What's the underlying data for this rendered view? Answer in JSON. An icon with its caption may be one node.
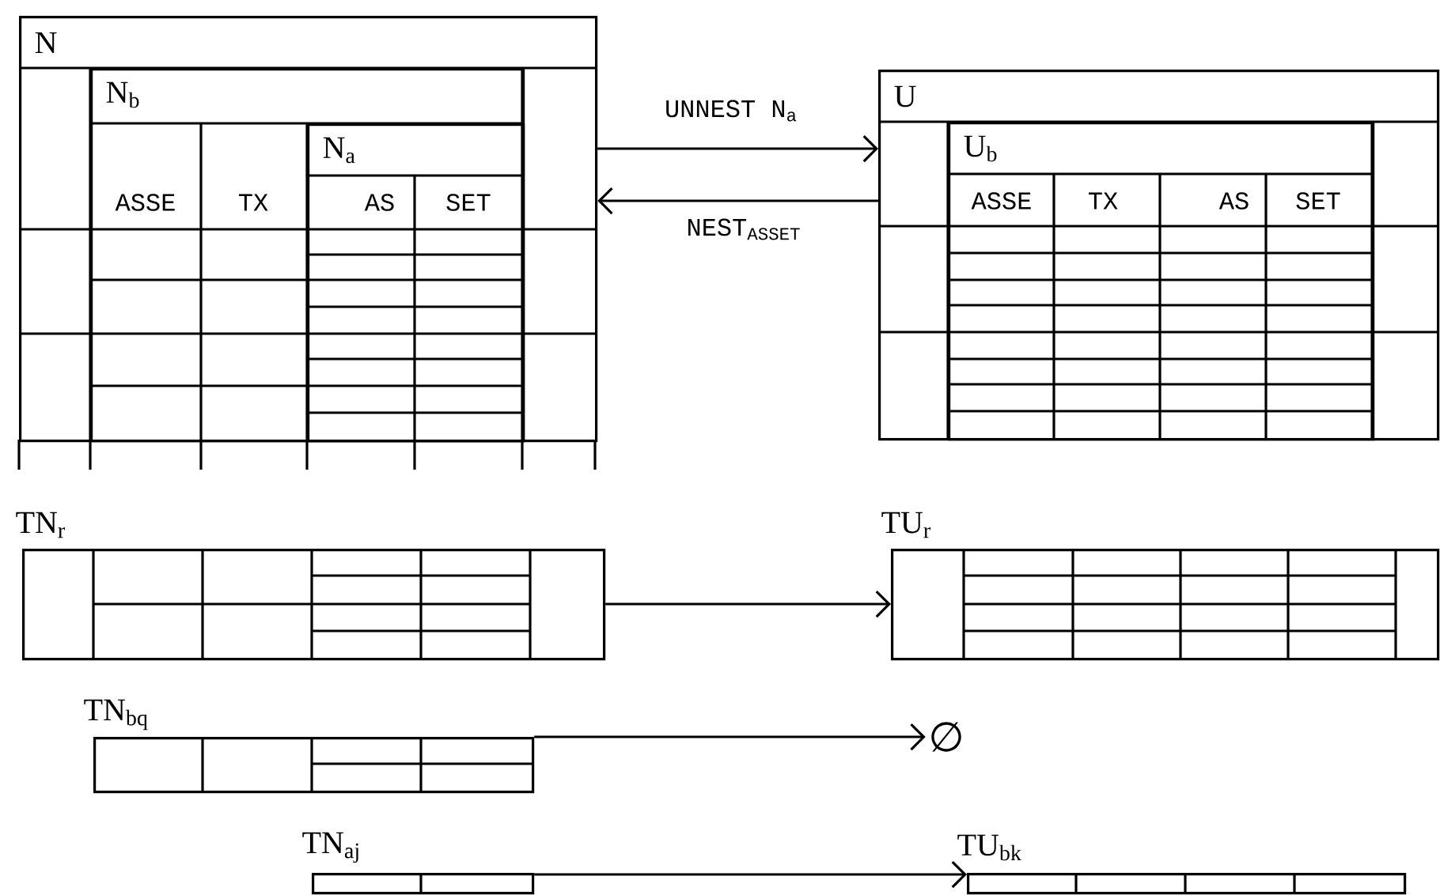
{
  "diagram": {
    "nodes": [
      {
        "text": [
          "N"
        ]
      },
      {
        "text": [
          "N$_{b}$"
        ],
        "in": 0
      },
      {
        "text": [
          "N$_{a}$"
        ],
        "in": 1
      },
      {
        "text": [
          "U"
        ]
      },
      {
        "text": [
          "U$_{b}$"
        ],
        "in": 3
      },
      {
        "text": [
          "TN$_{r}$"
        ]
      },
      {
        "text": [
          "TU$_{r}$"
        ]
      },
      {
        "text": [
          "TN$_{bq}$"
        ]
      },
      {
        "text": [
          "∅"
        ]
      },
      {
        "text": [
          "TN$_{aj}$"
        ]
      },
      {
        "text": [
          "TU$_{bk}$"
        ]
      }
    ],
    "edges": [
      {
        "from": 0,
        "to": 3,
        "arrow": "to",
        "label": "UNNEST N$_{a}$"
      },
      {
        "from": 3,
        "to": 0,
        "arrow": "to",
        "label": "NEST$_{ASSET}$"
      },
      {
        "from": 5,
        "to": 6,
        "arrow": "to"
      },
      {
        "from": 7,
        "to": 8,
        "arrow": "to"
      },
      {
        "from": 9,
        "to": 10,
        "arrow": "to"
      }
    ],
    "labels": [
      "ASSE",
      "TX",
      "AS",
      "SET",
      "ASSE",
      "TX",
      "AS",
      "SET"
    ]
  }
}
